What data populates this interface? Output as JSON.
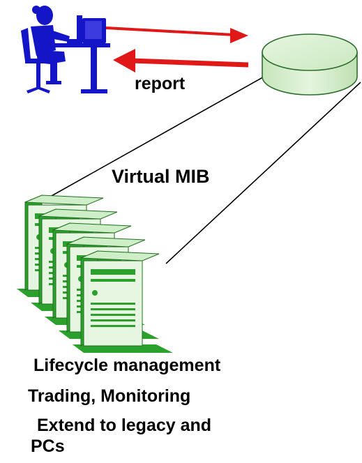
{
  "labels": {
    "report": "report",
    "virtual_mib": "Virtual MIB"
  },
  "bullets": [
    "Lifecycle management",
    "Trading, Monitoring",
    "Extend to legacy and",
    "PCs"
  ],
  "colors": {
    "operator": "#1515c8",
    "arrow": "#e01818",
    "database_fill": "#d8efd0",
    "database_stroke": "#2c6e2c",
    "server_green": "#2ca02c",
    "server_light": "#cdeec6",
    "connector_line": "#000000"
  },
  "icons": {
    "operator": "person-at-computer-icon",
    "database": "database-cylinder-icon",
    "servers": "server-rack-icon"
  }
}
